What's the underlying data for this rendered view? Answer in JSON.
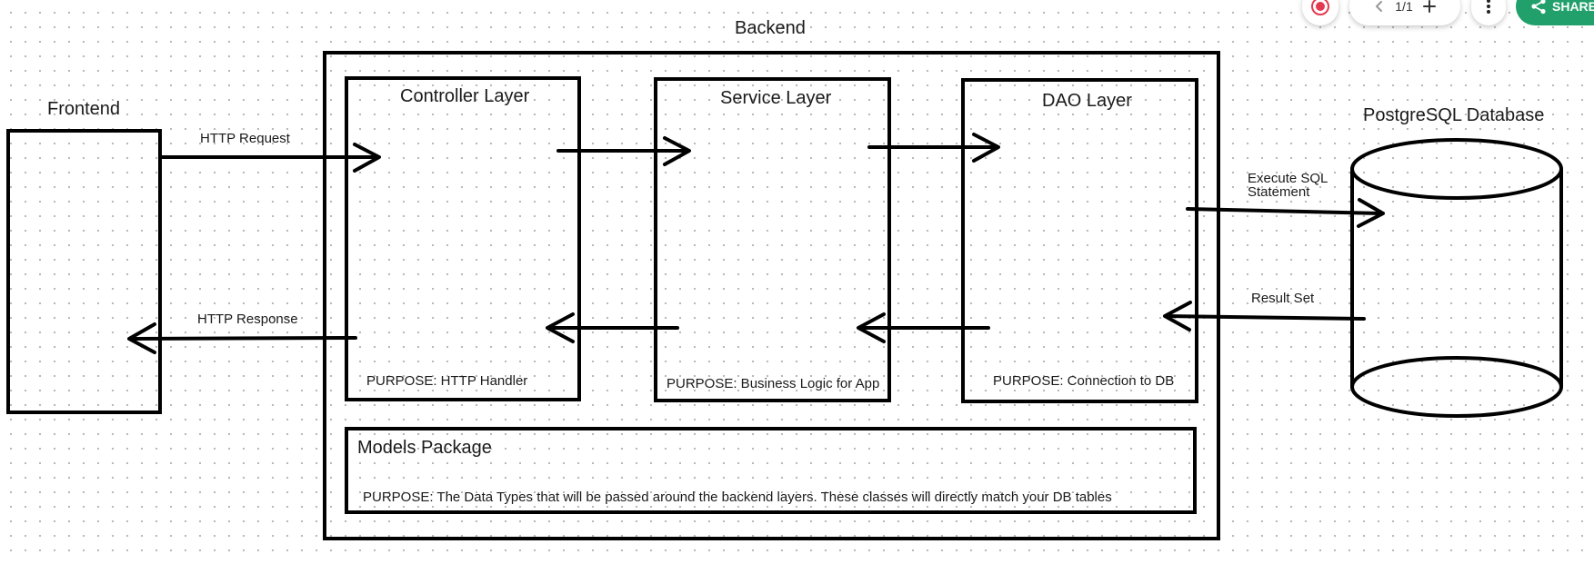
{
  "diagram": {
    "backend_title": "Backend",
    "frontend_title": "Frontend",
    "database_title": "PostgreSQL Database",
    "controller": {
      "title": "Controller Layer",
      "purpose": "PURPOSE: HTTP Handler"
    },
    "service": {
      "title": "Service Layer",
      "purpose": "PURPOSE: Business Logic for App"
    },
    "dao": {
      "title": "DAO Layer",
      "purpose": "PURPOSE: Connection to DB"
    },
    "models": {
      "title": "Models Package",
      "purpose": "PURPOSE: The Data Types that will be passed around the backend layers. These classes will directly match your DB tables"
    },
    "edges": {
      "http_request": "HTTP Request",
      "http_response": "HTTP Response",
      "execute_sql_line1": "Execute SQL",
      "execute_sql_line2": "Statement",
      "result_set": "Result Set"
    }
  },
  "toolbar": {
    "record_icon": "record-icon",
    "prev_icon": "chevron-left-icon",
    "page_indicator": "1/1",
    "add_page_icon": "plus-icon",
    "more_icon": "more-vertical-icon",
    "share_icon": "share-icon",
    "share_label": "SHARE",
    "share_color": "#22a06b",
    "record_color": "#e53950"
  }
}
